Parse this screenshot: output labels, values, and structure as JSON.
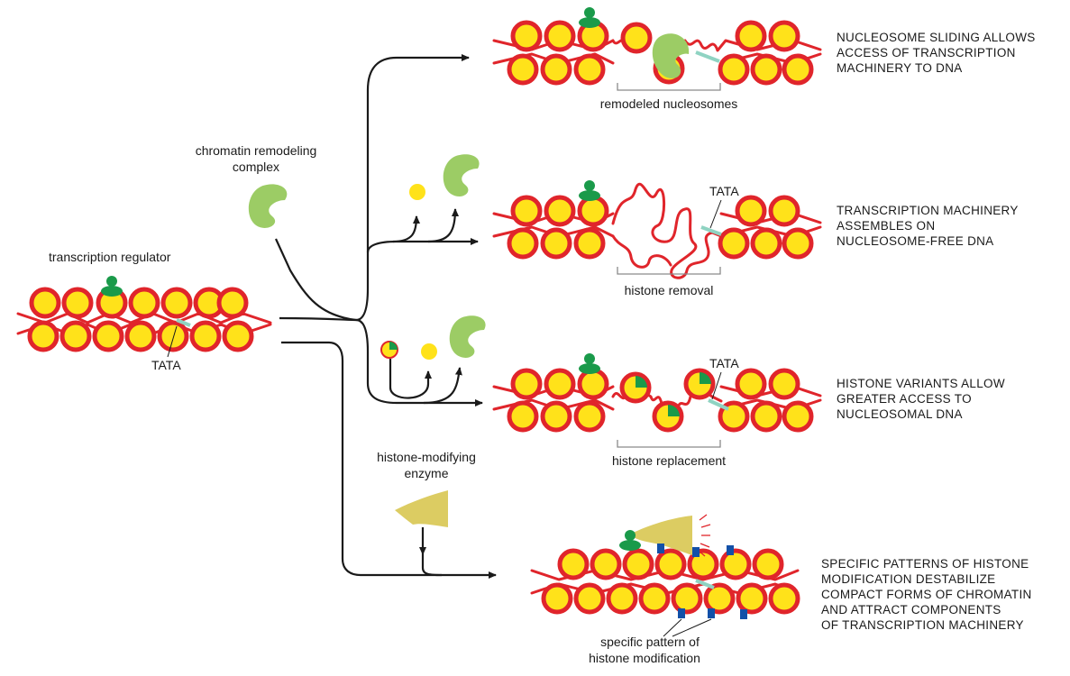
{
  "colors": {
    "dna": "#e0252b",
    "histone": "#ffe21a",
    "regulator": "#1a9a4a",
    "tata": "#8fd3c2",
    "remodeler": "#9ccc65",
    "enzyme": "#dccc62",
    "mark": "#1250a8"
  },
  "labels": {
    "transcription_regulator": "transcription regulator",
    "tata": "TATA",
    "remodeling_complex_1": "chromatin remodeling",
    "remodeling_complex_2": "complex",
    "modifying_enzyme_1": "histone-modifying",
    "modifying_enzyme_2": "enzyme",
    "remodeled_nucleosomes": "remodeled nucleosomes",
    "histone_removal": "histone removal",
    "histone_replacement": "histone replacement",
    "specific_pattern_1": "specific pattern of",
    "specific_pattern_2": "histone modification"
  },
  "captions": {
    "sliding": [
      "NUCLEOSOME SLIDING ALLOWS",
      "ACCESS OF TRANSCRIPTION",
      "MACHINERY TO DNA"
    ],
    "removal": [
      "TRANSCRIPTION MACHINERY",
      "ASSEMBLES ON",
      "NUCLEOSOME-FREE DNA"
    ],
    "variants": [
      "HISTONE VARIANTS ALLOW",
      "GREATER ACCESS TO",
      "NUCLEOSOMAL DNA"
    ],
    "modification": [
      "SPECIFIC PATTERNS OF HISTONE",
      "MODIFICATION DESTABILIZE",
      "COMPACT FORMS OF CHROMATIN",
      "AND ATTRACT COMPONENTS",
      "OF TRANSCRIPTION MACHINERY"
    ]
  }
}
